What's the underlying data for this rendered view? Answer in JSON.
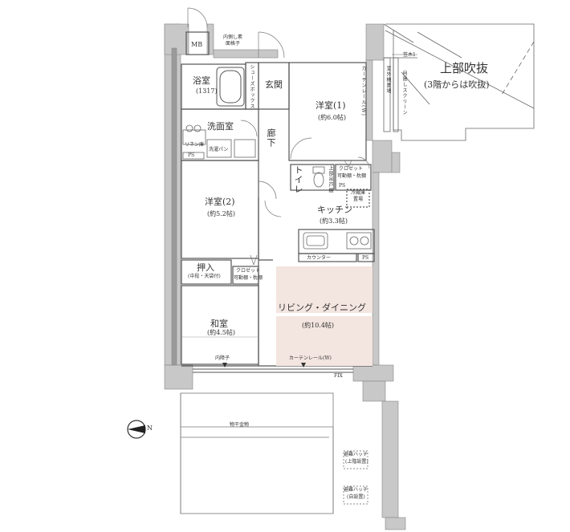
{
  "labels": {
    "mb": "MB",
    "inner_lattice_1": "内側し素",
    "inner_lattice_2": "面格子",
    "shoes_box": "シューズボックス",
    "entrance": "玄関",
    "bath": "浴室",
    "bath_size": "(1317)",
    "washroom": "洗面室",
    "linen": "リネン庫",
    "laundry_pan": "洗濯パン",
    "ps": "PS",
    "hallway": "廊下",
    "western1": "洋室(1)",
    "western1_size": "(約6.0帖)",
    "curtain_rail_v": "カーテンレール(W)",
    "outdoor_unit": "室外機置場",
    "screen": "目隠しスクリーン",
    "rail_top": "笠木1",
    "upper_void": "上部吹抜",
    "upper_void_note": "(3階からは吹抜)",
    "toilet": "トイレ",
    "upper_cabinet": "上部吊戸棚",
    "closet": "クロゼット",
    "closet_shelf": "可動棚・枕棚",
    "western2": "洋室(2)",
    "western2_size": "(約5.2帖)",
    "kitchen": "キッチン",
    "kitchen_size": "(約3.3帖)",
    "fridge_1": "冷蔵庫",
    "fridge_2": "置場",
    "counter": "カウンター",
    "oshiire": "押入",
    "oshiire_note": "(中段・天袋付)",
    "closet2": "クロゼット",
    "closet2_shelf": "可動棚・枕棚",
    "ld": "リビング・ダイニング",
    "ld_size": "(約10.4帖)",
    "washitsu": "和室",
    "washitsu_size": "(約4.5帖)",
    "inner_shoji": "内障子",
    "curtain_rail_h": "カーテンレール(W)",
    "fix": "FIX",
    "laundry_pole": "物干金物",
    "hatch1_a": "避難ハッチ",
    "hatch1_b": "(上階設置)",
    "hatch2_a": "避難ハッチ",
    "hatch2_b": "(自設置)",
    "north": "N"
  },
  "colors": {
    "wall": "#c8c8c8",
    "wall_dark": "#9a9a9a",
    "line": "#555555",
    "flooring": "#f3e5df"
  }
}
